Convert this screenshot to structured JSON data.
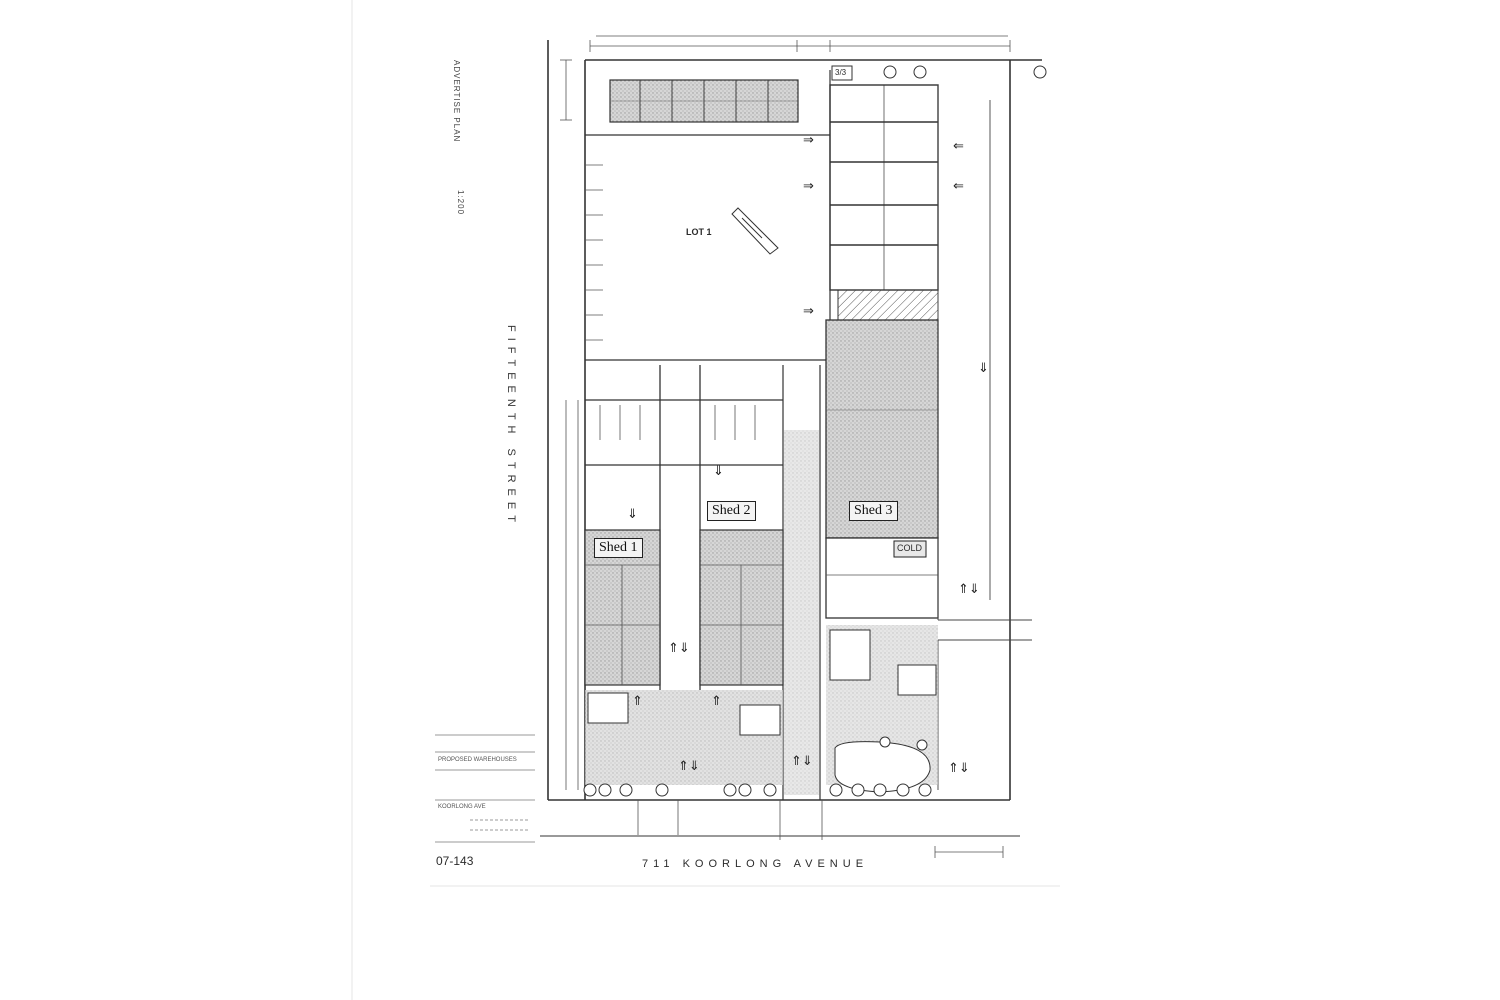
{
  "plan": {
    "title_vertical": "ADVERTISE PLAN",
    "scale": "1:200",
    "street_side": "FIFTEENTH STREET",
    "street_front": "711 KOORLONG AVENUE",
    "lot_label": "LOT 1",
    "drawing_number": "07-143",
    "sheds": [
      {
        "label": "Shed 1"
      },
      {
        "label": "Shed 2"
      },
      {
        "label": "Shed 3"
      }
    ],
    "small_box_label": "COLD",
    "top_box_label": "3/3",
    "title_block": {
      "line1": "PROPOSED WAREHOUSES",
      "line2": "KOORLONG AVE"
    }
  },
  "colors": {
    "line": "#3a3a3a",
    "shade": "#c9c9c9",
    "paper": "#ffffff"
  }
}
